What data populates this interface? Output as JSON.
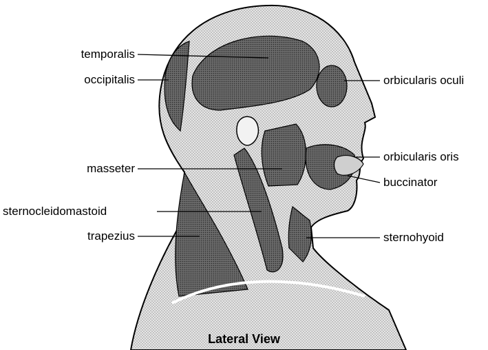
{
  "caption": "Lateral View",
  "labels_left": [
    {
      "key": "temporalis",
      "text": "temporalis"
    },
    {
      "key": "occipitalis",
      "text": "occipitalis"
    },
    {
      "key": "masseter",
      "text": "masseter"
    },
    {
      "key": "sternocleidomastoid",
      "text": "sternocleidomastoid"
    },
    {
      "key": "trapezius",
      "text": "trapezius"
    }
  ],
  "labels_right": [
    {
      "key": "orbicularis-oculi",
      "text": "orbicularis oculi"
    },
    {
      "key": "orbicularis-oris",
      "text": "orbicularis oris"
    },
    {
      "key": "buccinator",
      "text": "buccinator"
    },
    {
      "key": "sternohyoid",
      "text": "sternohyoid"
    }
  ],
  "colors": {
    "ink": "#000000",
    "muscle": "#5a5a5a",
    "skin_stipple": "#bdbdbd",
    "background": "#ffffff"
  }
}
